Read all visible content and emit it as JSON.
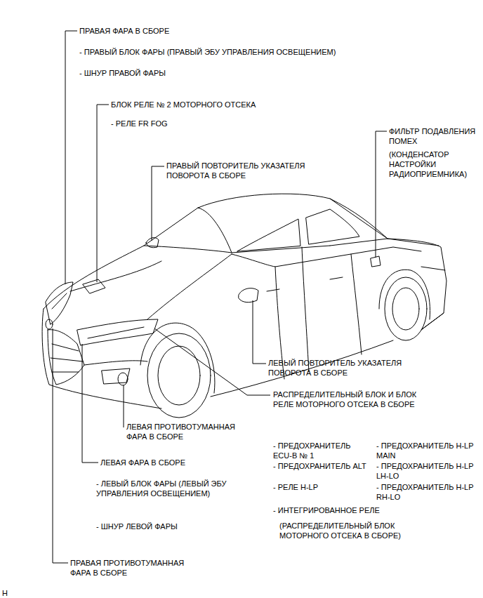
{
  "diagram": {
    "labels": [
      "ПРАВАЯ ФАРА В СБОРЕ",
      "- ПРАВЫЙ БЛОК ФАРЫ (ПРАВЫЙ ЭБУ УПРАВЛЕНИЯ ОСВЕЩЕНИЕМ)",
      "- ШНУР ПРАВОЙ ФАРЫ",
      "БЛОК РЕЛЕ № 2 МОТОРНОГО ОТСЕКА",
      "- РЕЛЕ FR FOG",
      "ФИЛЬТР ПОДАВЛЕНИЯ ПОМЕХ",
      "(КОНДЕНСАТОР НАСТРОЙКИ РАДИОПРИЕМНИКА)",
      "ПРАВЫЙ ПОВТОРИТЕЛЬ УКАЗАТЕЛЯ ПОВОРОТА В СБОРЕ",
      "ЛЕВЫЙ ПОВТОРИТЕЛЬ УКАЗАТЕЛЯ ПОВОРОТА В СБОРЕ",
      "РАСПРЕДЕЛИТЕЛЬНЫЙ БЛОК И БЛОК РЕЛЕ МОТОРНОГО ОТСЕКА В СБОРЕ",
      "ЛЕВАЯ ПРОТИВОТУМАННАЯ ФАРА В СБОРЕ",
      "- ПРЕДОХРАНИТЕЛЬ ECU-B № 1",
      "- ПРЕДОХРАНИТЕЛЬ H-LP MAIN",
      "- ПРЕДОХРАНИТЕЛЬ ALT",
      "- ПРЕДОХРАНИТЕЛЬ H-LP LH-LO",
      "- РЕЛЕ H-LP",
      "- ПРЕДОХРАНИТЕЛЬ H-LP RH-LO",
      "- ИНТЕГРИРОВАННОЕ РЕЛЕ",
      "(РАСПРЕДЕЛИТЕЛЬНЫЙ БЛОК МОТОРНОГО ОТСЕКА В СБОРЕ)",
      "ЛЕВАЯ ФАРА В СБОРЕ",
      "- ЛЕВЫЙ БЛОК ФАРЫ (ЛЕВЫЙ ЭБУ УПРАВЛЕНИЯ ОСВЕЩЕНИЕМ)",
      "- ШНУР ЛЕВОЙ ФАРЫ",
      "ПРАВАЯ ПРОТИВОТУМАННАЯ ФАРА В СБОРЕ",
      "H"
    ]
  }
}
